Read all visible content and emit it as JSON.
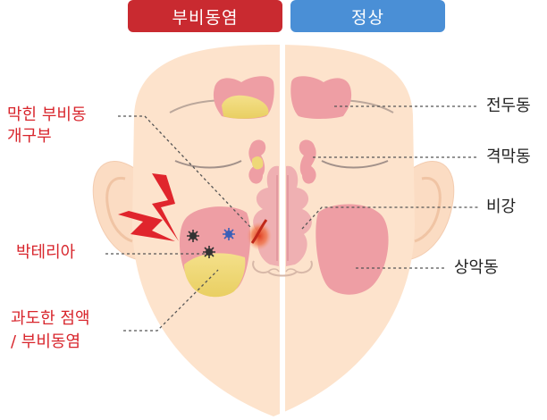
{
  "header": {
    "sinusitis_label": "부비동염",
    "normal_label": "정상"
  },
  "left_labels": {
    "blocked_opening_line1": "막힌 부비동",
    "blocked_opening_line2": "개구부",
    "bacteria": "박테리아",
    "excess_mucus_line1": "과도한 점액",
    "excess_mucus_line2": "/ 부비동염"
  },
  "right_labels": {
    "frontal_sinus": "전두동",
    "ethmoid_sinus": "격막동",
    "nasal_cavity": "비강",
    "maxillary_sinus": "상악동"
  },
  "colors": {
    "sinusitis_red": "#c92a30",
    "normal_blue": "#4a8fd6",
    "label_red": "#d8252c",
    "skin": "#fde3cc",
    "sinus_pink": "#ee9ea4",
    "mucus_yellow": "#eed877"
  }
}
